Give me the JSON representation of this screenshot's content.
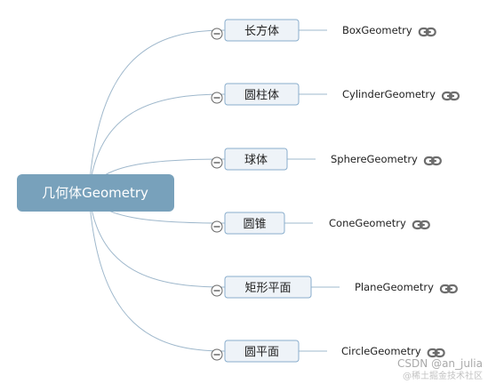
{
  "mindmap": {
    "root": "几何体Geometry",
    "branches": [
      {
        "label": "长方体",
        "leaf": "BoxGeometry",
        "leaf_icon": "link-icon"
      },
      {
        "label": "圆柱体",
        "leaf": "CylinderGeometry",
        "leaf_icon": "link-icon"
      },
      {
        "label": "球体",
        "leaf": "SphereGeometry",
        "leaf_icon": "link-icon"
      },
      {
        "label": "圆锥",
        "leaf": "ConeGeometry",
        "leaf_icon": "link-icon"
      },
      {
        "label": "矩形平面",
        "leaf": "PlaneGeometry",
        "leaf_icon": "link-icon"
      },
      {
        "label": "圆平面",
        "leaf": "CircleGeometry",
        "leaf_icon": "link-icon"
      }
    ],
    "collapse_icon": "collapse-minus-icon"
  },
  "colors": {
    "root_fill": "#78a1bb",
    "node_fill": "#eef3f8",
    "node_border": "#8aaecd",
    "connector": "#9fb8cc",
    "link_icon": "#6d6d6d"
  },
  "watermark": {
    "line1": "CSDN @an_julia",
    "line2": "@稀土掘金技术社区"
  }
}
